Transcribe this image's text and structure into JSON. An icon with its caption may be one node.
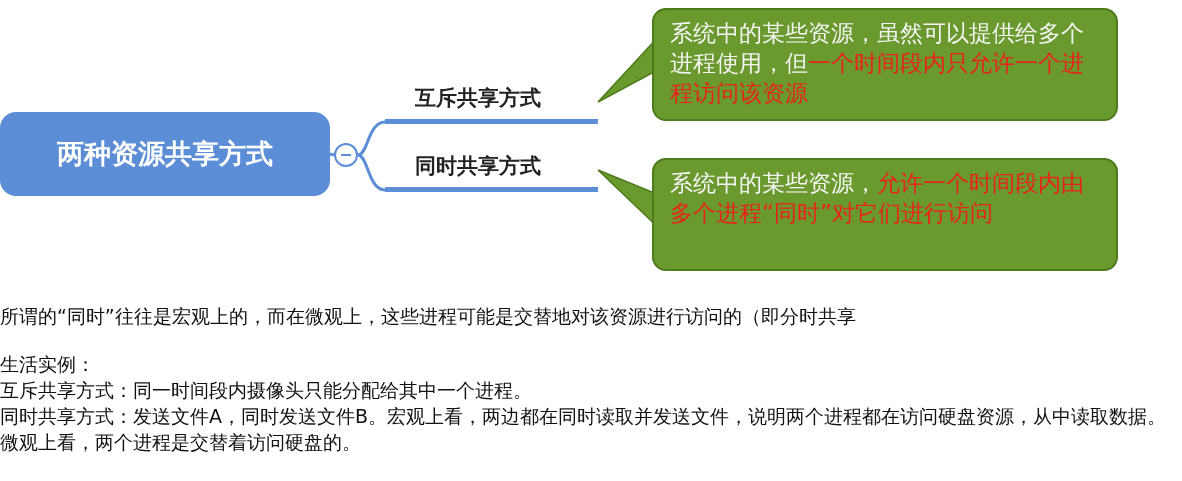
{
  "diagram": {
    "nodes": [
      {
        "text": [
          "两种资源共享方式"
        ]
      },
      {
        "text": [],
        "shape": "circle"
      },
      {
        "text": [
          "互斥共享方式"
        ]
      },
      {
        "text": [
          "同时共享方式"
        ]
      },
      {
        "text": [
          "系统中的某些资源，虽然可以提供给多个进程使用，但",
          "一个时间段内只允许一个进程访问该资源"
        ]
      },
      {
        "text": [
          "系统中的某些资源，",
          "允许一个时间段内由多个进程“同时”对它们进行访问"
        ]
      }
    ],
    "edges": [
      {
        "from": 0,
        "to": 1,
        "arrow": "none"
      },
      {
        "from": 1,
        "to": 2,
        "arrow": "none"
      },
      {
        "from": 1,
        "to": 3,
        "arrow": "none"
      },
      {
        "from": 4,
        "to": 2,
        "arrow": "to",
        "color": "#6a9a2e"
      },
      {
        "from": 5,
        "to": 3,
        "arrow": "to",
        "color": "#6a9a2e"
      }
    ],
    "labels": [
      "所谓的“同时”往往是宏观上的，而在微观上，这些进程可能是交替地对该资源进行访问的（即分时共享",
      "生活实例：",
      "互斥共享方式：同一时间段内摄像头只能分配给其中一个进程。",
      "同时共享方式：发送文件A，同时发送文件B。宏观上看，两边都在同时读取并发送文件，说明两个进程都在访问硬盘资源，从中读取数据。微观上看，两个进程是交替着访问硬盘的。"
    ]
  }
}
